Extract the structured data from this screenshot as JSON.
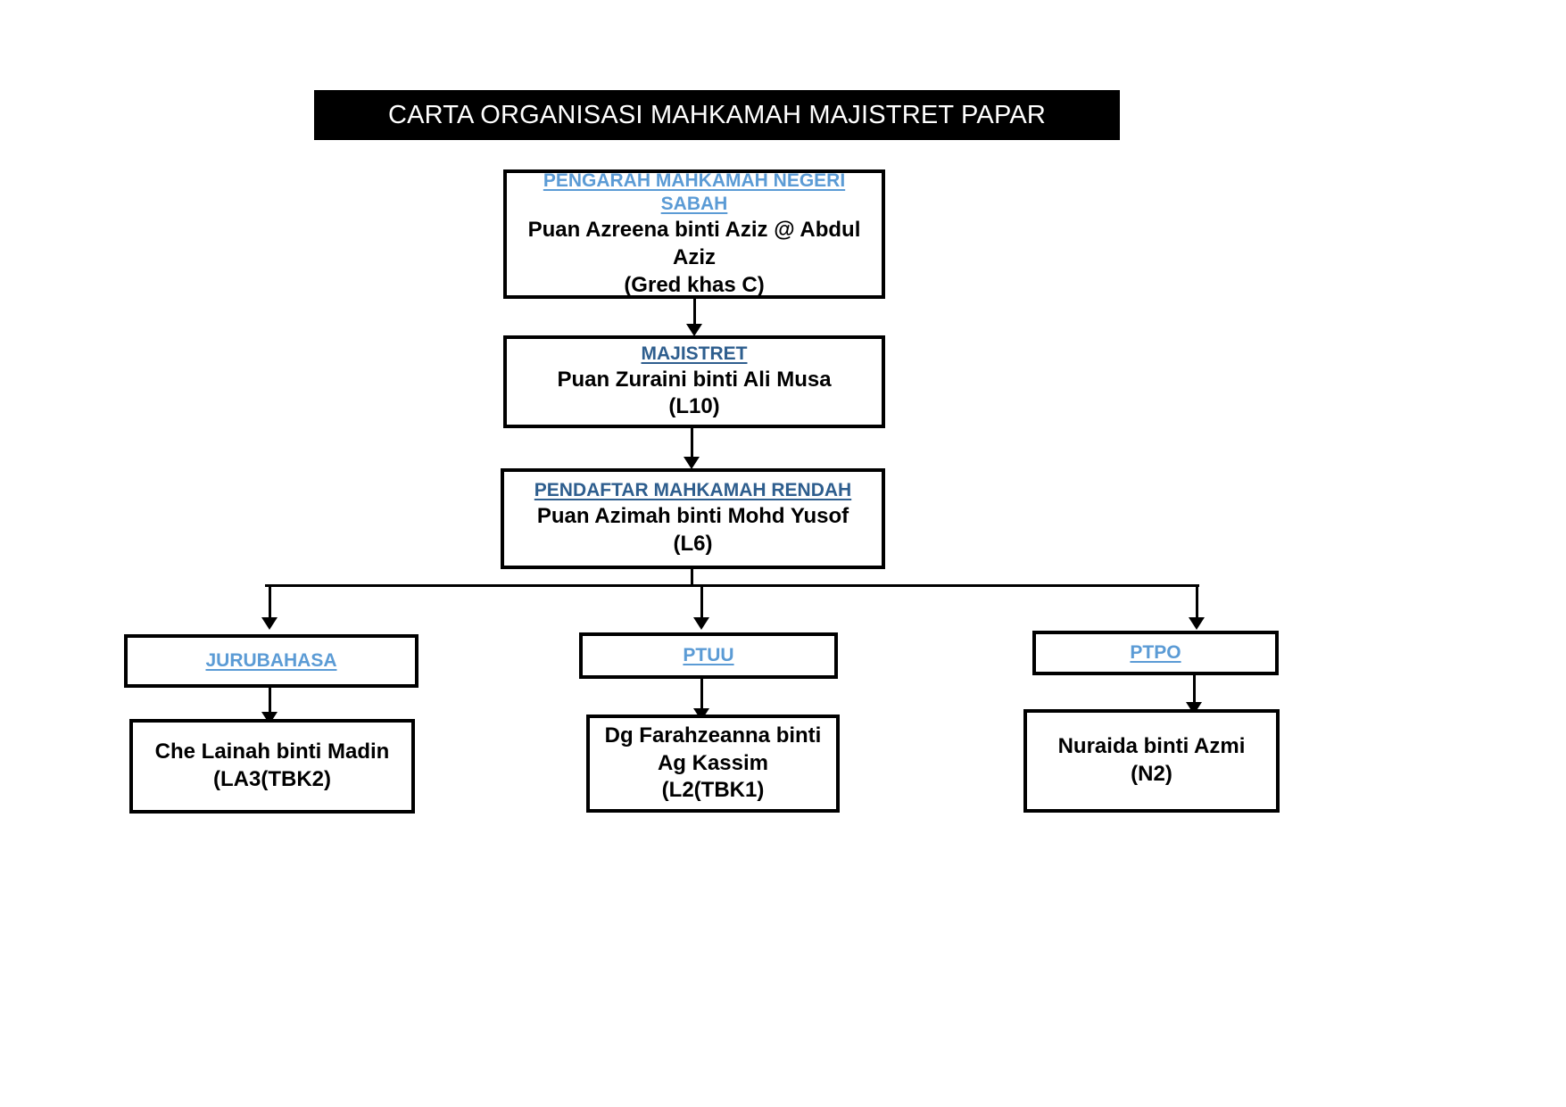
{
  "title": {
    "text": "CARTA ORGANISASI MAHKAMAH MAJISTRET PAPAR"
  },
  "colors": {
    "title_bar_background": "#000000",
    "title_text": "#ffffff",
    "role_light_blue": "#5B9BD5",
    "role_dark_blue": "#2E5E8E",
    "box_border": "#000000",
    "box_background": "#ffffff",
    "person_text": "#000000"
  },
  "chart_data": {
    "type": "diagram",
    "title": "CARTA ORGANISASI MAHKAMAH MAJISTRET PAPAR",
    "nodes": [
      {
        "id": "pengarah",
        "role": "PENGARAH MAHKAMAH NEGERI SABAH",
        "person": "Puan Azreena binti Aziz @ Abdul Aziz",
        "grade": "(Gred khas C)",
        "level": 1
      },
      {
        "id": "majistret",
        "role": "MAJISTRET",
        "person": "Puan Zuraini binti Ali Musa",
        "grade": "(L10)",
        "level": 2
      },
      {
        "id": "pendaftar",
        "role": "PENDAFTAR MAHKAMAH RENDAH",
        "person": "Puan Azimah binti Mohd Yusof",
        "grade": "(L6)",
        "level": 3
      },
      {
        "id": "jurubahasa",
        "role": "JURUBAHASA",
        "person": "Che Lainah binti Madin",
        "grade": "(LA3(TBK2)",
        "level": 4
      },
      {
        "id": "ptuu",
        "role": "PTUU",
        "person": "Dg Farahzeanna binti Ag Kassim",
        "grade": "(L2(TBK1)",
        "level": 4
      },
      {
        "id": "ptpo",
        "role": "PTPO",
        "person": "Nuraida binti Azmi",
        "grade": "(N2)",
        "level": 4
      }
    ],
    "edges": [
      {
        "from": "pengarah",
        "to": "majistret"
      },
      {
        "from": "majistret",
        "to": "pendaftar"
      },
      {
        "from": "pendaftar",
        "to": "jurubahasa"
      },
      {
        "from": "pendaftar",
        "to": "ptuu"
      },
      {
        "from": "pendaftar",
        "to": "ptpo"
      },
      {
        "from": "jurubahasa",
        "to": "jurubahasa-person"
      },
      {
        "from": "ptuu",
        "to": "ptuu-person"
      },
      {
        "from": "ptpo",
        "to": "ptpo-person"
      }
    ]
  },
  "boxes": {
    "pengarah": {
      "role": "PENGARAH MAHKAMAH NEGERI SABAH",
      "person": "Puan Azreena binti Aziz @ Abdul Aziz",
      "grade": "(Gred khas C)"
    },
    "majistret": {
      "role": "MAJISTRET",
      "person": "Puan Zuraini binti Ali Musa",
      "grade": "(L10)"
    },
    "pendaftar": {
      "role": "PENDAFTAR MAHKAMAH RENDAH",
      "person": "Puan Azimah binti Mohd Yusof",
      "grade": "(L6)"
    },
    "jurubahasa": {
      "role": "JURUBAHASA",
      "person": "Che Lainah binti Madin",
      "grade": "(LA3(TBK2)"
    },
    "ptuu": {
      "role": "PTUU",
      "person": "Dg Farahzeanna binti Ag Kassim",
      "grade": "(L2(TBK1)"
    },
    "ptpo": {
      "role": "PTPO",
      "person": "Nuraida binti Azmi",
      "grade": "(N2)"
    }
  }
}
